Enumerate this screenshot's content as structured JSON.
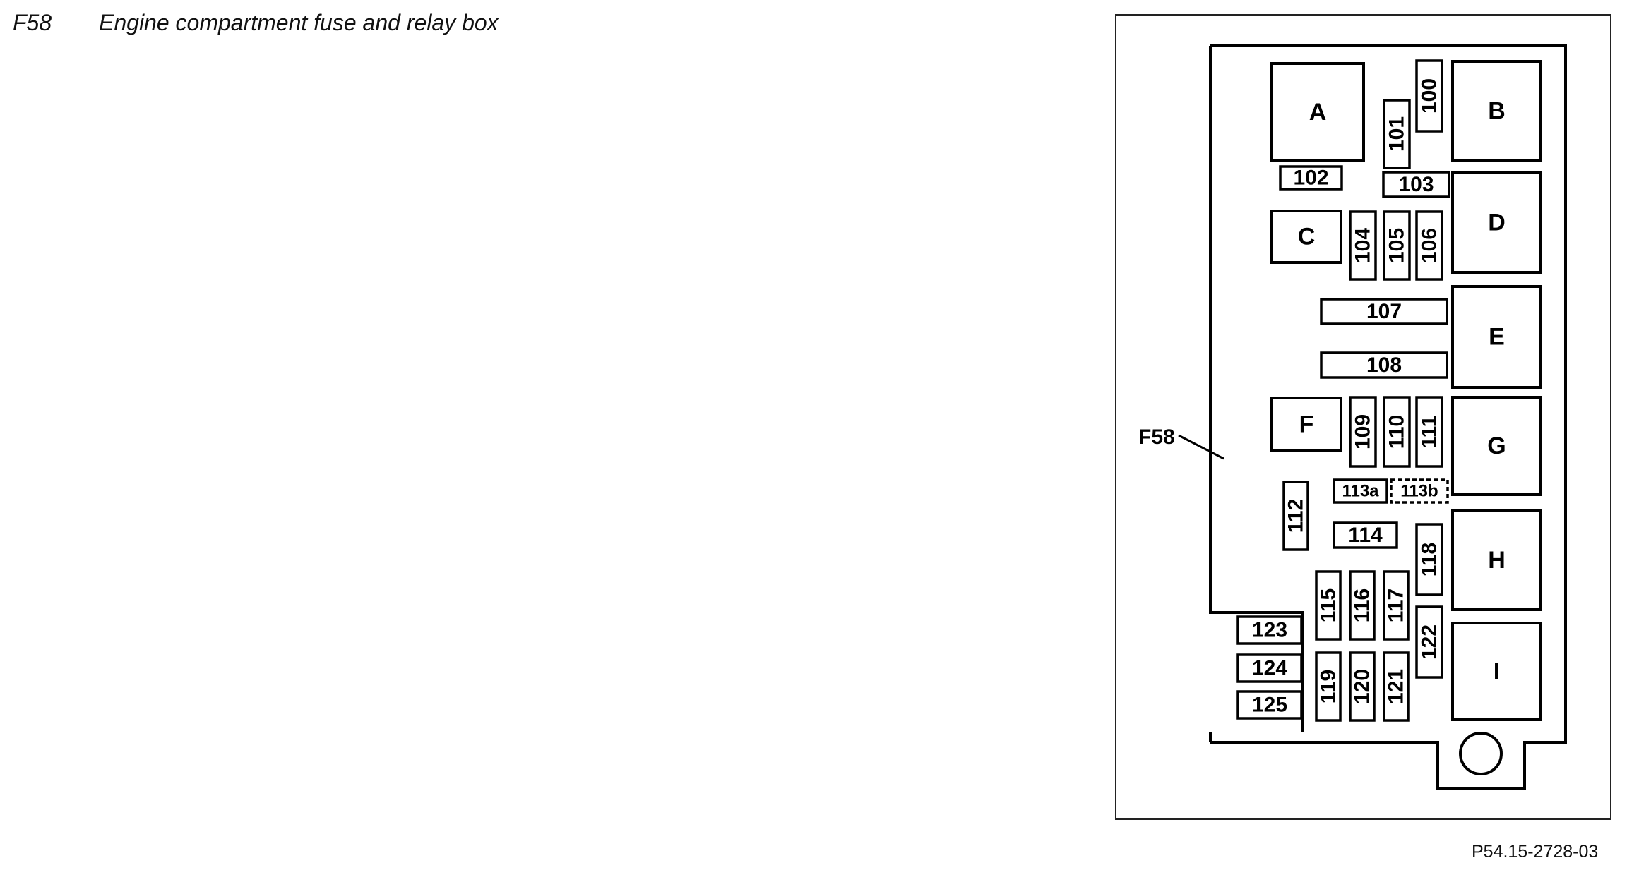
{
  "header": {
    "code": "F58",
    "title": "Engine compartment fuse and relay box"
  },
  "figure_ref": "P54.15-2728-03",
  "diagram": {
    "callout": "F58",
    "relays": [
      "A",
      "B",
      "C",
      "D",
      "E",
      "F",
      "G",
      "H",
      "I"
    ],
    "fuses": [
      "100",
      "101",
      "102",
      "103",
      "104",
      "105",
      "106",
      "107",
      "108",
      "109",
      "110",
      "111",
      "112",
      "113a",
      "113b",
      "114",
      "115",
      "116",
      "117",
      "118",
      "119",
      "120",
      "121",
      "122",
      "123",
      "124",
      "125"
    ]
  }
}
